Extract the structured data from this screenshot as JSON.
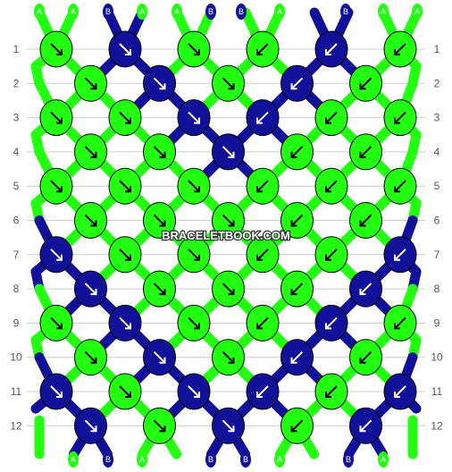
{
  "watermark": "BRACELETBOOK.COM",
  "colors": {
    "A": "#22ff11",
    "B": "#101099",
    "knot_outline": "#000000",
    "gridline": "#cccccc"
  },
  "top_labels": [
    "A",
    "A",
    "B",
    "A",
    "A",
    "B",
    "B",
    "A",
    "B",
    "A",
    "A"
  ],
  "bottom_labels": [
    "A",
    "B",
    "A",
    "B",
    "B",
    "A",
    "B",
    "A"
  ],
  "row_numbers": [
    "1",
    "2",
    "3",
    "4",
    "5",
    "6",
    "7",
    "8",
    "9",
    "10",
    "11",
    "12"
  ],
  "knot_rows": [
    {
      "row": "1",
      "knots": [
        {
          "c": "A",
          "d": "R"
        },
        {
          "c": "B",
          "d": "R"
        },
        {
          "c": "A",
          "d": "R"
        },
        {
          "c": "A",
          "d": "L"
        },
        {
          "c": "B",
          "d": "L"
        },
        {
          "c": "A",
          "d": "L"
        }
      ]
    },
    {
      "row": "2",
      "knots": [
        {
          "c": "A",
          "d": "R"
        },
        {
          "c": "B",
          "d": "R"
        },
        {
          "c": "A",
          "d": "R"
        },
        {
          "c": "B",
          "d": "L"
        },
        {
          "c": "A",
          "d": "L"
        }
      ]
    },
    {
      "row": "3",
      "knots": [
        {
          "c": "A",
          "d": "R"
        },
        {
          "c": "A",
          "d": "R"
        },
        {
          "c": "B",
          "d": "R"
        },
        {
          "c": "B",
          "d": "L"
        },
        {
          "c": "A",
          "d": "L"
        },
        {
          "c": "A",
          "d": "L"
        }
      ]
    },
    {
      "row": "4",
      "knots": [
        {
          "c": "A",
          "d": "R"
        },
        {
          "c": "A",
          "d": "R"
        },
        {
          "c": "B",
          "d": "R"
        },
        {
          "c": "A",
          "d": "L"
        },
        {
          "c": "A",
          "d": "L"
        }
      ]
    },
    {
      "row": "5",
      "knots": [
        {
          "c": "A",
          "d": "R"
        },
        {
          "c": "A",
          "d": "R"
        },
        {
          "c": "A",
          "d": "R"
        },
        {
          "c": "A",
          "d": "L"
        },
        {
          "c": "A",
          "d": "L"
        },
        {
          "c": "A",
          "d": "L"
        }
      ]
    },
    {
      "row": "6",
      "knots": [
        {
          "c": "A",
          "d": "R"
        },
        {
          "c": "A",
          "d": "R"
        },
        {
          "c": "A",
          "d": "R"
        },
        {
          "c": "A",
          "d": "L"
        },
        {
          "c": "A",
          "d": "L"
        }
      ]
    },
    {
      "row": "7",
      "knots": [
        {
          "c": "B",
          "d": "R"
        },
        {
          "c": "A",
          "d": "R"
        },
        {
          "c": "A",
          "d": "R"
        },
        {
          "c": "A",
          "d": "L"
        },
        {
          "c": "A",
          "d": "L"
        },
        {
          "c": "B",
          "d": "L"
        }
      ]
    },
    {
      "row": "8",
      "knots": [
        {
          "c": "B",
          "d": "R"
        },
        {
          "c": "A",
          "d": "R"
        },
        {
          "c": "A",
          "d": "R"
        },
        {
          "c": "A",
          "d": "L"
        },
        {
          "c": "B",
          "d": "L"
        }
      ]
    },
    {
      "row": "9",
      "knots": [
        {
          "c": "A",
          "d": "R"
        },
        {
          "c": "B",
          "d": "R"
        },
        {
          "c": "A",
          "d": "R"
        },
        {
          "c": "A",
          "d": "L"
        },
        {
          "c": "B",
          "d": "L"
        },
        {
          "c": "A",
          "d": "L"
        }
      ]
    },
    {
      "row": "10",
      "knots": [
        {
          "c": "A",
          "d": "R"
        },
        {
          "c": "B",
          "d": "R"
        },
        {
          "c": "A",
          "d": "R"
        },
        {
          "c": "B",
          "d": "L"
        },
        {
          "c": "A",
          "d": "L"
        }
      ]
    },
    {
      "row": "11",
      "knots": [
        {
          "c": "B",
          "d": "R"
        },
        {
          "c": "A",
          "d": "R"
        },
        {
          "c": "B",
          "d": "R"
        },
        {
          "c": "B",
          "d": "L"
        },
        {
          "c": "A",
          "d": "L"
        },
        {
          "c": "B",
          "d": "L"
        }
      ]
    },
    {
      "row": "12",
      "knots": [
        {
          "c": "B",
          "d": "R"
        },
        {
          "c": "A",
          "d": "R"
        },
        {
          "c": "B",
          "d": "R"
        },
        {
          "c": "A",
          "d": "L"
        },
        {
          "c": "B",
          "d": "L"
        }
      ]
    }
  ]
}
